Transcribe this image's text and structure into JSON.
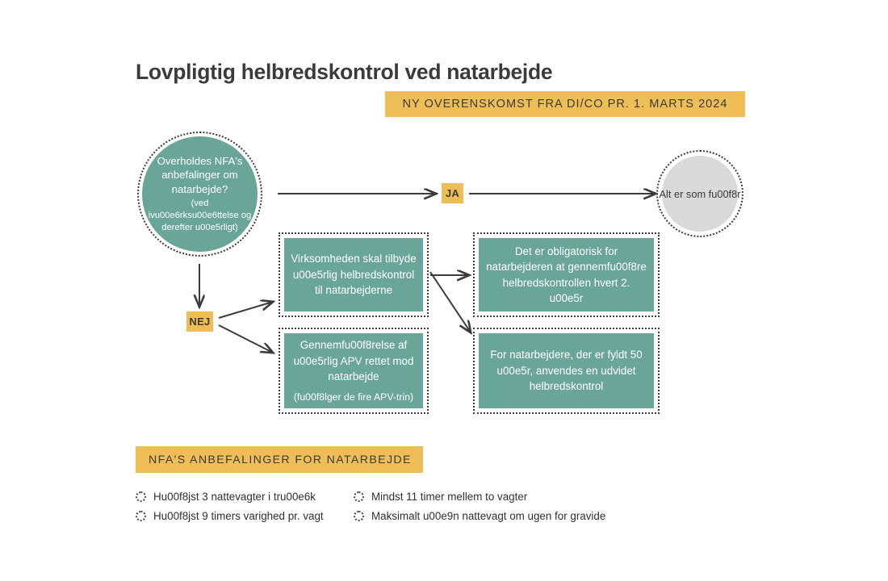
{
  "page": {
    "title": "Lovpligtig helbredskontrol ved natarbejde",
    "banner": "NY OVERENSKOMST FRA DI/CO PR. 1. MARTS 2024"
  },
  "colors": {
    "teal": "#69a598",
    "amber": "#eebd55",
    "gray": "#d9d9d9",
    "ink": "#3b3b3b"
  },
  "flow": {
    "decision": {
      "main": "Overholdes NFA's anbefalinger om natarbejde?",
      "sub": "(ved ivu00e6rksu00e6ttelse og derefter u00e5rligt)"
    },
    "yes_badge": "JA",
    "no_badge": "NEJ",
    "end_node": "Alt er som fu00f8r",
    "boxes": {
      "a": {
        "main": "Virksomheden skal tilbyde u00e5rlig helbredskontrol til natarbejderne",
        "sub": ""
      },
      "b": {
        "main": "Gennemfu00f8relse af u00e5rlig APV rettet mod natarbejde",
        "sub": "(fu00f8lger de fire APV-trin)"
      },
      "c": {
        "main": "Det er obligatorisk for natarbejderen at gennemfu00f8re helbredskontrollen hvert 2. u00e5r",
        "sub": ""
      },
      "d": {
        "main": "For natarbejdere, der er fyldt 50 u00e5r, anvendes en udvidet helbredskontrol",
        "sub": ""
      }
    }
  },
  "recommendations": {
    "heading": "NFA'S ANBEFALINGER FOR NATARBEJDE",
    "items": [
      "Hu00f8jst 3 nattevagter i tru00e6k",
      "Mindst 11 timer mellem to vagter",
      "Hu00f8jst 9 timers varighed pr. vagt",
      "Maksimalt u00e9n nattevagt om ugen for gravide"
    ]
  }
}
